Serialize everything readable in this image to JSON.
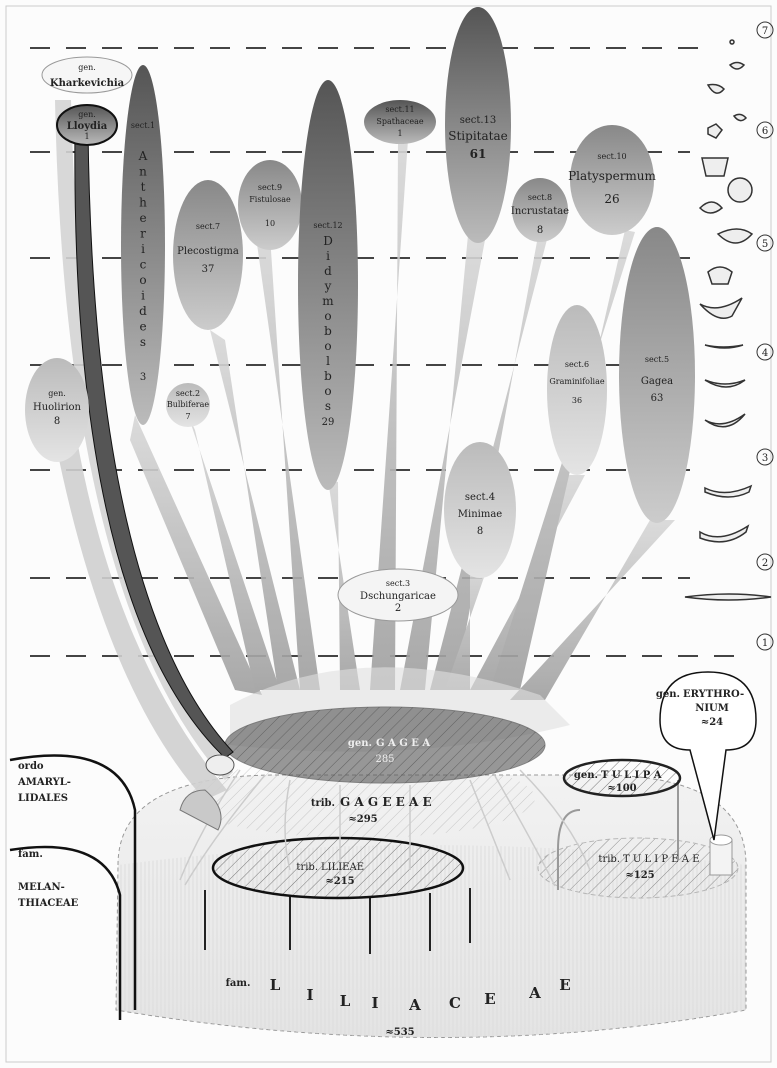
{
  "levels": [
    "1",
    "2",
    "3",
    "4",
    "5",
    "6",
    "7"
  ],
  "nodes": {
    "kharkevichia": {
      "rank": "gen.",
      "name": "Kharkevichia"
    },
    "lloydia": {
      "rank": "gen.",
      "name": "Lloydia",
      "count": "1"
    },
    "huolirion": {
      "rank": "gen.",
      "name": "Huolirion",
      "count": "8"
    },
    "anthericoides": {
      "rank": "sect.1",
      "letters": [
        "A",
        "n",
        "t",
        "h",
        "e",
        "r",
        "i",
        "c",
        "o",
        "i",
        "d",
        "e",
        "s"
      ],
      "count": "3"
    },
    "bulbiferae": {
      "rank": "sect.2",
      "name": "Bulbiferae",
      "count": "7"
    },
    "dschungaricae": {
      "rank": "sect.3",
      "name": "Dschungaricae",
      "count": "2"
    },
    "minimae": {
      "rank": "sect.4",
      "name": "Minimae",
      "count": "8"
    },
    "gagea_sect": {
      "rank": "sect.5",
      "name": "Gagea",
      "count": "63"
    },
    "graminifoliae": {
      "rank": "sect.6",
      "name": "Graminifoliae",
      "count": "36"
    },
    "plecostigma": {
      "rank": "sect.7",
      "name": "Plecostigma",
      "count": "37"
    },
    "incrustatae": {
      "rank": "sect.8",
      "name": "Incrustatae",
      "count": "8"
    },
    "fistulosae": {
      "rank": "sect.9",
      "name": "Fistulosae",
      "count": "10"
    },
    "platyspermum": {
      "rank": "sect.10",
      "name": "Platyspermum",
      "count": "26"
    },
    "spathaceae": {
      "rank": "sect.11",
      "name": "Spathaceae",
      "count": "1"
    },
    "didymobolbos": {
      "rank": "sect.12",
      "letters": [
        "D",
        "i",
        "d",
        "y",
        "m",
        "o",
        "b",
        "o",
        "l",
        "b",
        "o",
        "s"
      ],
      "count": "29"
    },
    "stipitatae": {
      "rank": "sect.13",
      "name": "Stipitatae",
      "count": "61"
    },
    "gagea_gen": {
      "rank": "gen.",
      "name": "G A G E A",
      "count": "285"
    },
    "gageeae": {
      "rank": "trib.",
      "name": "G A G E E A E",
      "count": "≈295"
    },
    "lilieae": {
      "rank": "trib.",
      "name": "LILIEAE",
      "count": "≈215"
    },
    "tulipeae": {
      "rank": "trib.",
      "name": "T U L I P E A E",
      "count": "≈125"
    },
    "tulipa": {
      "rank": "gen.",
      "name": "T U L I P A",
      "count": "≈100"
    },
    "erythronium": {
      "rank": "gen.",
      "name1": "ERYTHRO-",
      "name2": "NIUM",
      "count": "≈24"
    },
    "liliaceae": {
      "rank": "fam.",
      "letters": [
        "L",
        "I",
        "L",
        "I",
        "A",
        "C",
        "E",
        "A",
        "E"
      ],
      "count": "≈535"
    },
    "amaryllidales": {
      "rank": "ordo",
      "line1": "AMARYL-",
      "line2": "LIDALES"
    },
    "melanthiaceae": {
      "rank": "fam.",
      "line1": "MELAN-",
      "line2": "THIACEAE"
    }
  }
}
